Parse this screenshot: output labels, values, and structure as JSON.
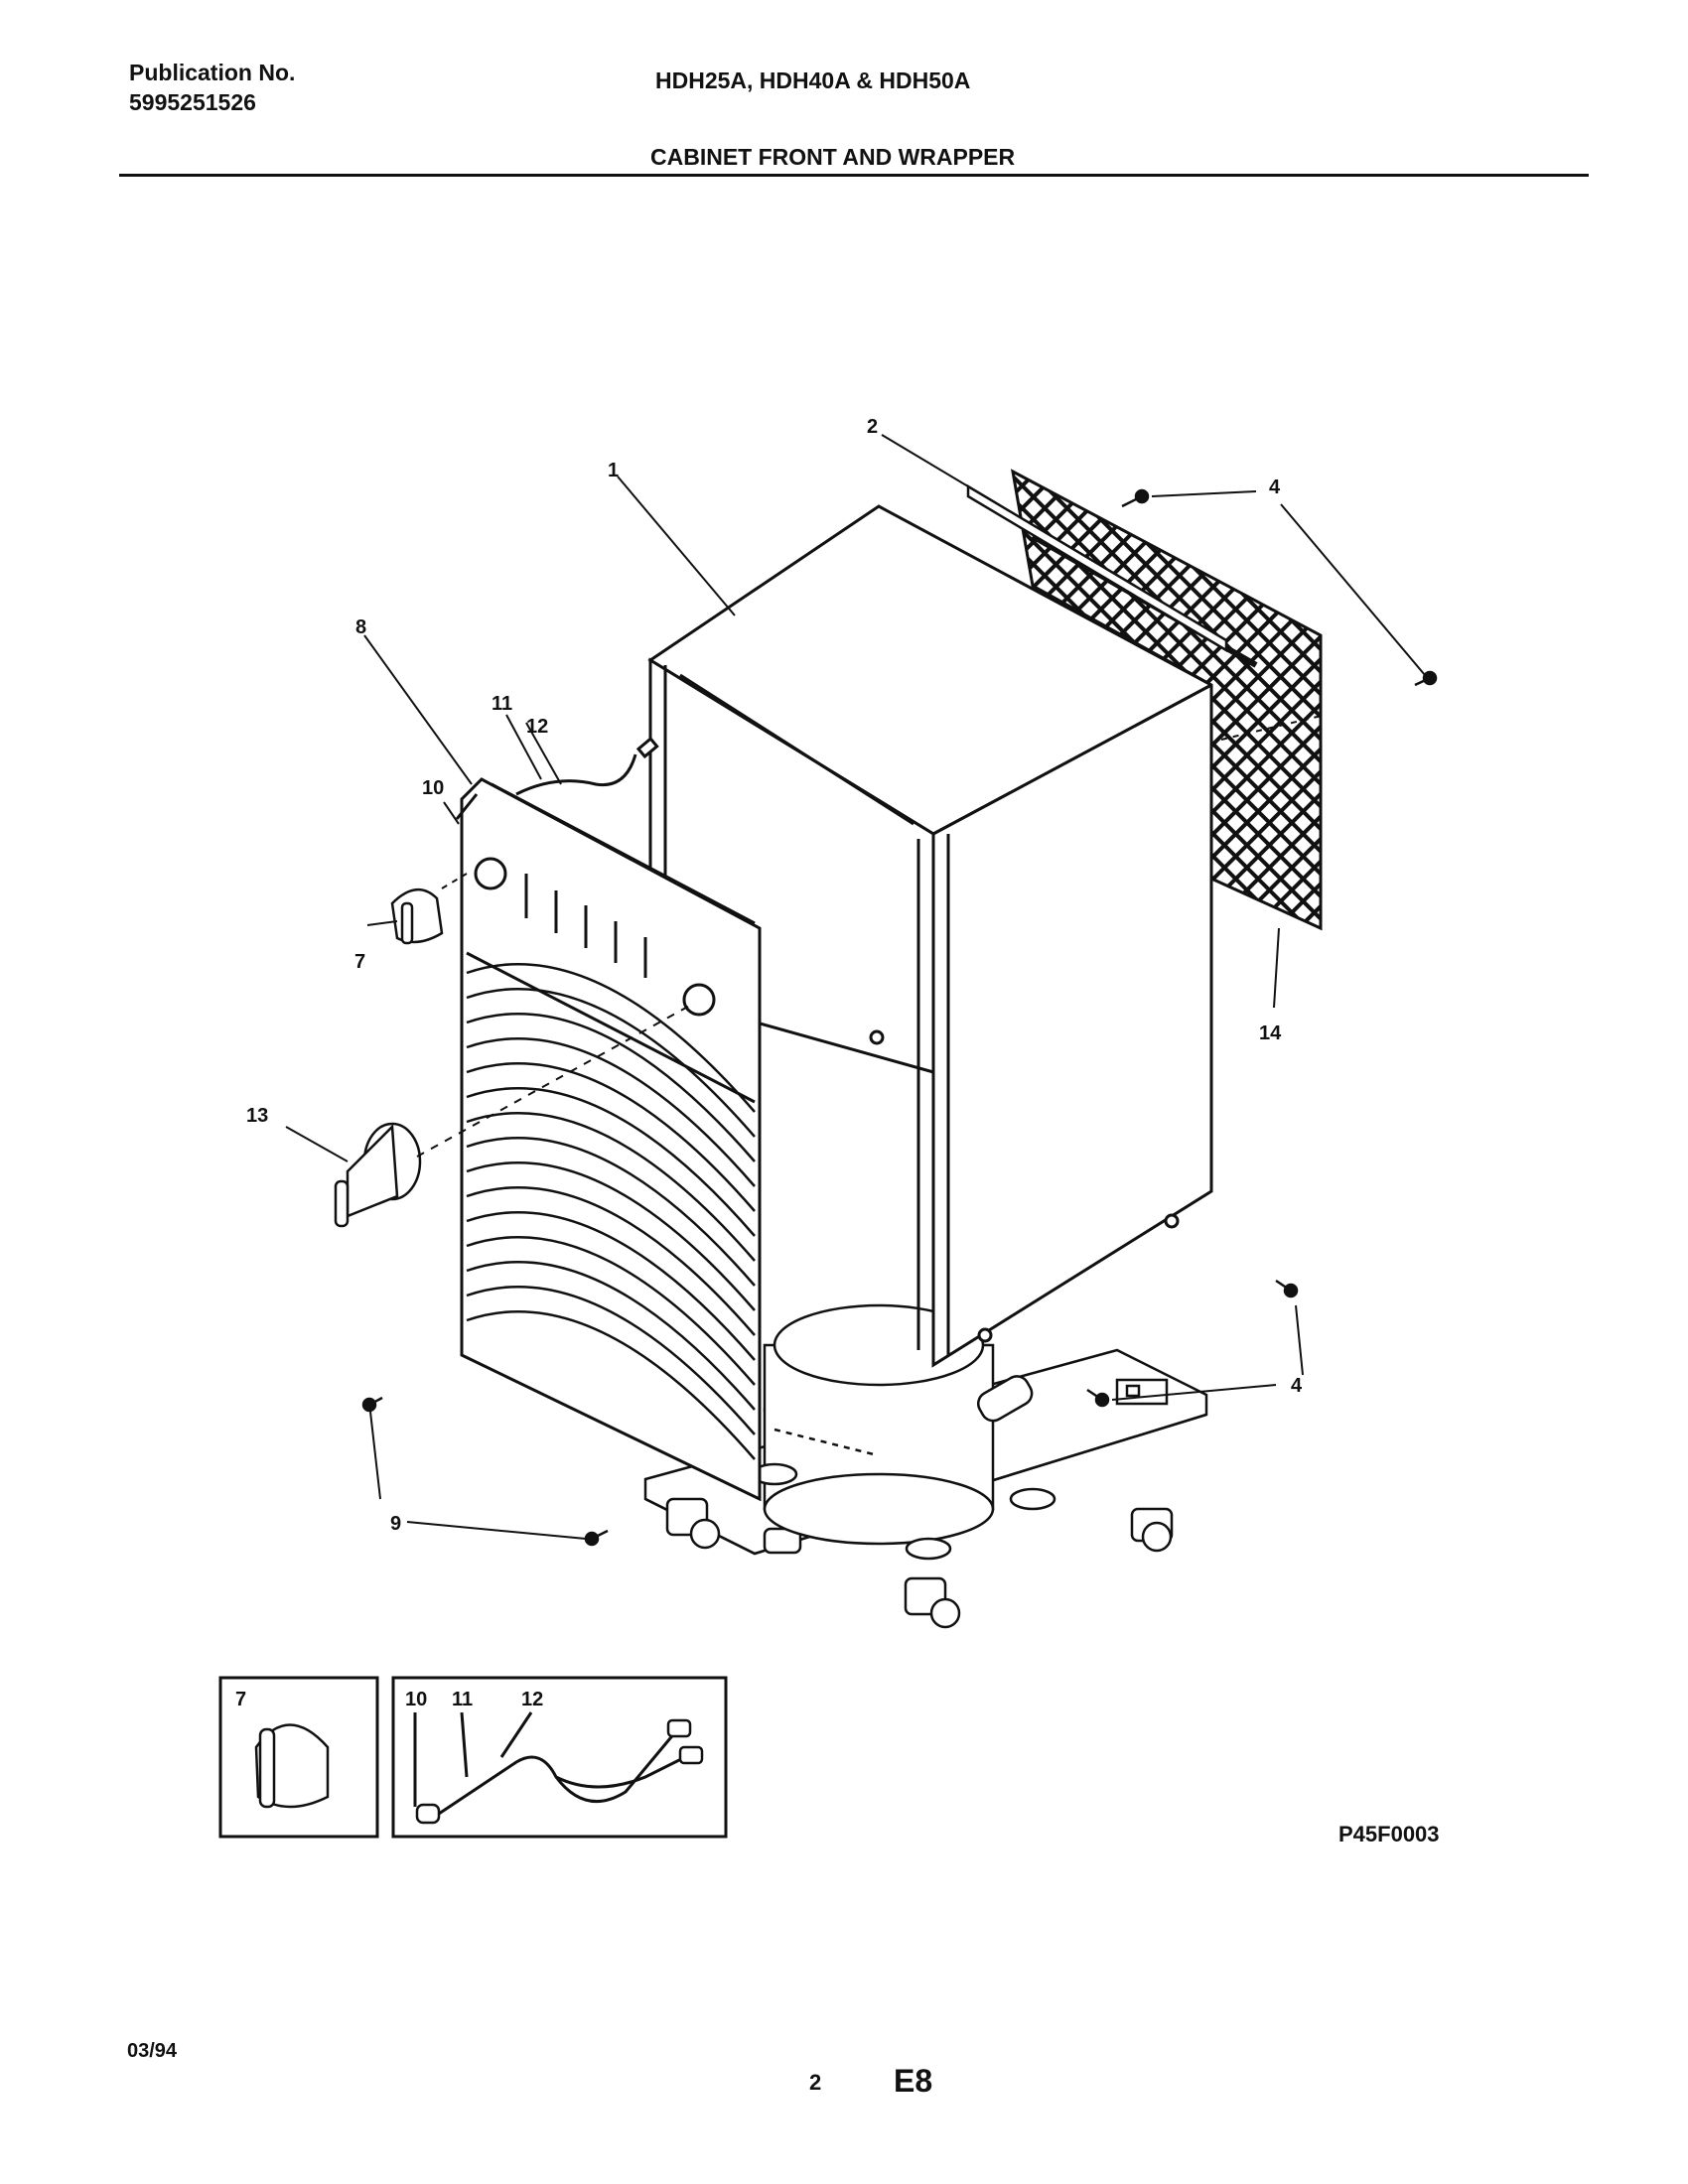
{
  "header": {
    "publication_label": "Publication No.",
    "publication_number": "5995251526",
    "models": "HDH25A, HDH40A & HDH50A",
    "section_title": "CABINET FRONT AND WRAPPER"
  },
  "callouts": {
    "c1": "1",
    "c2": "2",
    "c4a": "4",
    "c4b": "4",
    "c7": "7",
    "c8": "8",
    "c9": "9",
    "c10": "10",
    "c11": "11",
    "c12": "12",
    "c13": "13",
    "c14": "14"
  },
  "insets": {
    "knob_label": "7",
    "harness_labels": [
      "10",
      "11",
      "12"
    ]
  },
  "diagram_code": "P45F0003",
  "footer": {
    "date": "03/94",
    "page": "2",
    "section": "E8"
  }
}
